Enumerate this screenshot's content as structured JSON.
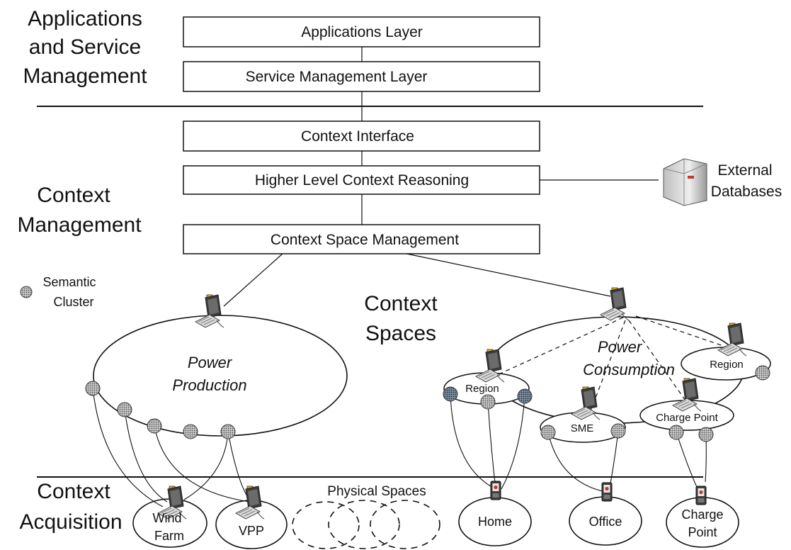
{
  "sections": {
    "app_service": [
      "Applications",
      "and Service",
      "Management"
    ],
    "context_mgmt": [
      "Context",
      "Management"
    ],
    "context_acq": [
      "Context",
      "Acquisition"
    ]
  },
  "layers": {
    "applications": "Applications Layer",
    "service_management": "Service Management Layer",
    "context_interface": "Context Interface",
    "higher_reasoning": "Higher Level Context Reasoning",
    "space_management": "Context Space Management"
  },
  "external_db": [
    "External",
    "Databases"
  ],
  "legend": [
    "Semantic",
    "Cluster"
  ],
  "context_spaces": [
    "Context",
    "Spaces"
  ],
  "power_production": [
    "Power",
    "Production"
  ],
  "power_consumption": [
    "Power",
    "Consumption"
  ],
  "nodes": {
    "region_left": "Region",
    "region_right": "Region",
    "sme": "SME",
    "charge_point_cluster": "Charge Point"
  },
  "physical_spaces_label": "Physical Spaces",
  "physical": {
    "wind_farm": [
      "Wind",
      "Farm"
    ],
    "vpp": "VPP",
    "home": "Home",
    "office": "Office",
    "charge_point": [
      "Charge",
      "Point"
    ]
  },
  "colors": {
    "line": "#111111",
    "cluster_dot": "#8a8a8a",
    "server_body": "#d9d9d9",
    "monitor_accent": "#e0b21a"
  }
}
